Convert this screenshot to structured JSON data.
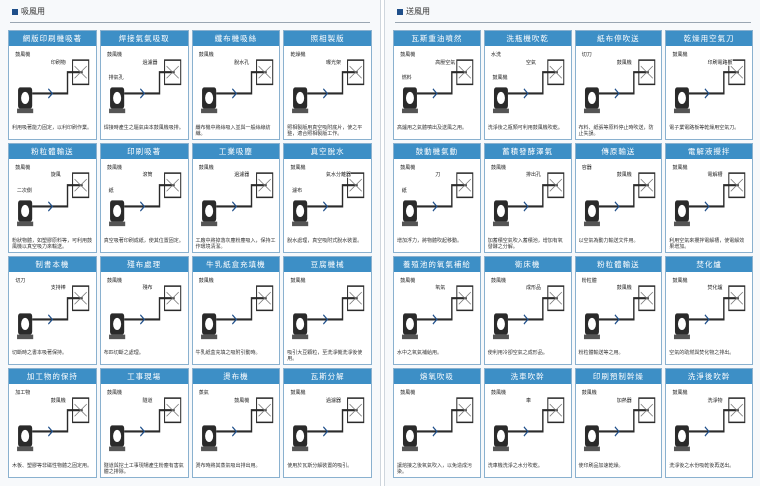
{
  "left_page": {
    "header": "吸風用",
    "cells": [
      {
        "title": "網版印刷機吸著",
        "caption": "利用吸著能力固定，以利印刷作業。",
        "labels": [
          "鼓風機",
          "印刷物"
        ]
      },
      {
        "title": "焊接氣氣吸取",
        "caption": "焊接時產生之驅氣由本鼓風機吸排。",
        "labels": [
          "鼓風機",
          "過濾器",
          "排氣孔"
        ]
      },
      {
        "title": "纖布機吸絲",
        "caption": "纖布機中將絲吸入並與一般絲線紡織。",
        "labels": [
          "鼓風機",
          "脫水孔"
        ]
      },
      {
        "title": "照相製版",
        "caption": "照相製版用真空吸附底片，使之平整，適合照相製版工作。",
        "labels": [
          "乾燥機",
          "曝光架"
        ]
      },
      {
        "title": "粉粒體輸送",
        "caption": "粉狀物體，如塑膠原料等，可利用鼓風機以真空吸力來輸送。",
        "labels": [
          "鼓風機",
          "旋風",
          "二次側"
        ]
      },
      {
        "title": "印刷吸著",
        "caption": "真空吸著印刷成紙，使其位置固定。",
        "labels": [
          "鼓風機",
          "滾筒",
          "紙"
        ]
      },
      {
        "title": "工業吸塵",
        "caption": "工廠中將掉落灰塵粉塵吸入，保持工作環境清潔。",
        "labels": [
          "鼓風機",
          "過濾器"
        ]
      },
      {
        "title": "真空脫水",
        "caption": "脫水處理，真空吸附式脫水裝置。",
        "labels": [
          "鼓風機",
          "氣水分離器",
          "濾布"
        ]
      },
      {
        "title": "制書本機",
        "caption": "切斷時之書本吸著保持。",
        "labels": [
          "切刀",
          "支持棒"
        ]
      },
      {
        "title": "殘布處理",
        "caption": "布匹切斷之處理。",
        "labels": [
          "鼓風機",
          "殘布"
        ]
      },
      {
        "title": "牛乳紙盒充填機",
        "caption": "牛乳紙盒充填之吸附引動時。",
        "labels": [
          "鼓風機"
        ]
      },
      {
        "title": "豆腐機械",
        "caption": "吸引大豆顆粒，至洗淨機洗淨後使用。",
        "labels": [
          "鼓風機"
        ]
      },
      {
        "title": "加工物的保持",
        "caption": "木板、塑膠等非磁性物體之固定用。",
        "labels": [
          "加工物",
          "鼓風機"
        ]
      },
      {
        "title": "工事現場",
        "caption": "隧道與挖土工事現場產生粉塵有害氣體之排除。",
        "labels": [
          "鼓風機",
          "隧道"
        ]
      },
      {
        "title": "燙布機",
        "caption": "燙布時將其蒸氣吸出排出用。",
        "labels": [
          "蒸氣",
          "鼓風機"
        ]
      },
      {
        "title": "瓦斯分解",
        "caption": "使用於瓦斯分解裝置的吸引。",
        "labels": [
          "鼓風機",
          "過濾器"
        ]
      }
    ]
  },
  "right_page": {
    "header": "送風用",
    "cells": [
      {
        "title": "瓦斯重油噴然",
        "caption": "高爐用之氣體噴出及送風之用。",
        "labels": [
          "鼓風機",
          "高壓空氣",
          "燃料"
        ]
      },
      {
        "title": "洗瓶機吹乾",
        "caption": "洗淨後之瓶類可利用鼓風機吹乾。",
        "labels": [
          "水洗",
          "空氣",
          "鼓風機"
        ]
      },
      {
        "title": "紙布停吹送",
        "caption": "布料、紙張等原料停止時吹送，防止失誤。",
        "labels": [
          "切刀",
          "鼓風機"
        ]
      },
      {
        "title": "乾燥用空氣刀",
        "caption": "電子業電路板等乾燥用空氣刀。",
        "labels": [
          "鼓風機",
          "印刷電路板"
        ]
      },
      {
        "title": "鼓動機氣動",
        "caption": "增加浮力，將物體吹起移動。",
        "labels": [
          "鼓風機",
          "刀",
          "紙"
        ]
      },
      {
        "title": "蓄積發酵澤氣",
        "caption": "加蓄積空氣吹入蓄積池，增加有氧發酵之分解。",
        "labels": [
          "鼓風機",
          "排出孔"
        ]
      },
      {
        "title": "傳原輸送",
        "caption": "以空氣為動力輸送文件用。",
        "labels": [
          "容器",
          "鼓風機"
        ]
      },
      {
        "title": "電解液攪拌",
        "caption": "利用空氣來攪拌電解槽，使電解效果增加。",
        "labels": [
          "鼓風機",
          "電解槽"
        ]
      },
      {
        "title": "養殖池的氧氣補給",
        "caption": "水中之氧氣補給用。",
        "labels": [
          "鼓風機",
          "氧氣"
        ]
      },
      {
        "title": "衛床機",
        "caption": "使利用冷卻空氣之成形品。",
        "labels": [
          "鼓風機",
          "成形品"
        ]
      },
      {
        "title": "粉粒體輸送",
        "caption": "粉粒體輸送等之用。",
        "labels": [
          "粉粒體",
          "鼓風機"
        ]
      },
      {
        "title": "焚化爐",
        "caption": "空氣的助燃與焚化物之排出。",
        "labels": [
          "鼓風機",
          "焚化爐"
        ]
      },
      {
        "title": "熔氧吹吸",
        "caption": "讓熔接之後氧氣吹入，以免造成污染。",
        "labels": [
          "鼓風機"
        ]
      },
      {
        "title": "洗車吹幹",
        "caption": "洗車機洗淨之水分吹乾。",
        "labels": [
          "鼓風機",
          "車"
        ]
      },
      {
        "title": "印刷預制幹燥",
        "caption": "使印刷品加速乾燥。",
        "labels": [
          "鼓風機",
          "加熱器"
        ]
      },
      {
        "title": "洗淨後吹幹",
        "caption": "洗淨後之水份吸乾後再送出。",
        "labels": [
          "鼓風機",
          "洗淨物"
        ]
      }
    ]
  },
  "colors": {
    "title_bar": "#3d8fc6",
    "cell_border": "#8ab1cf",
    "machine": "#2a2a2a"
  }
}
